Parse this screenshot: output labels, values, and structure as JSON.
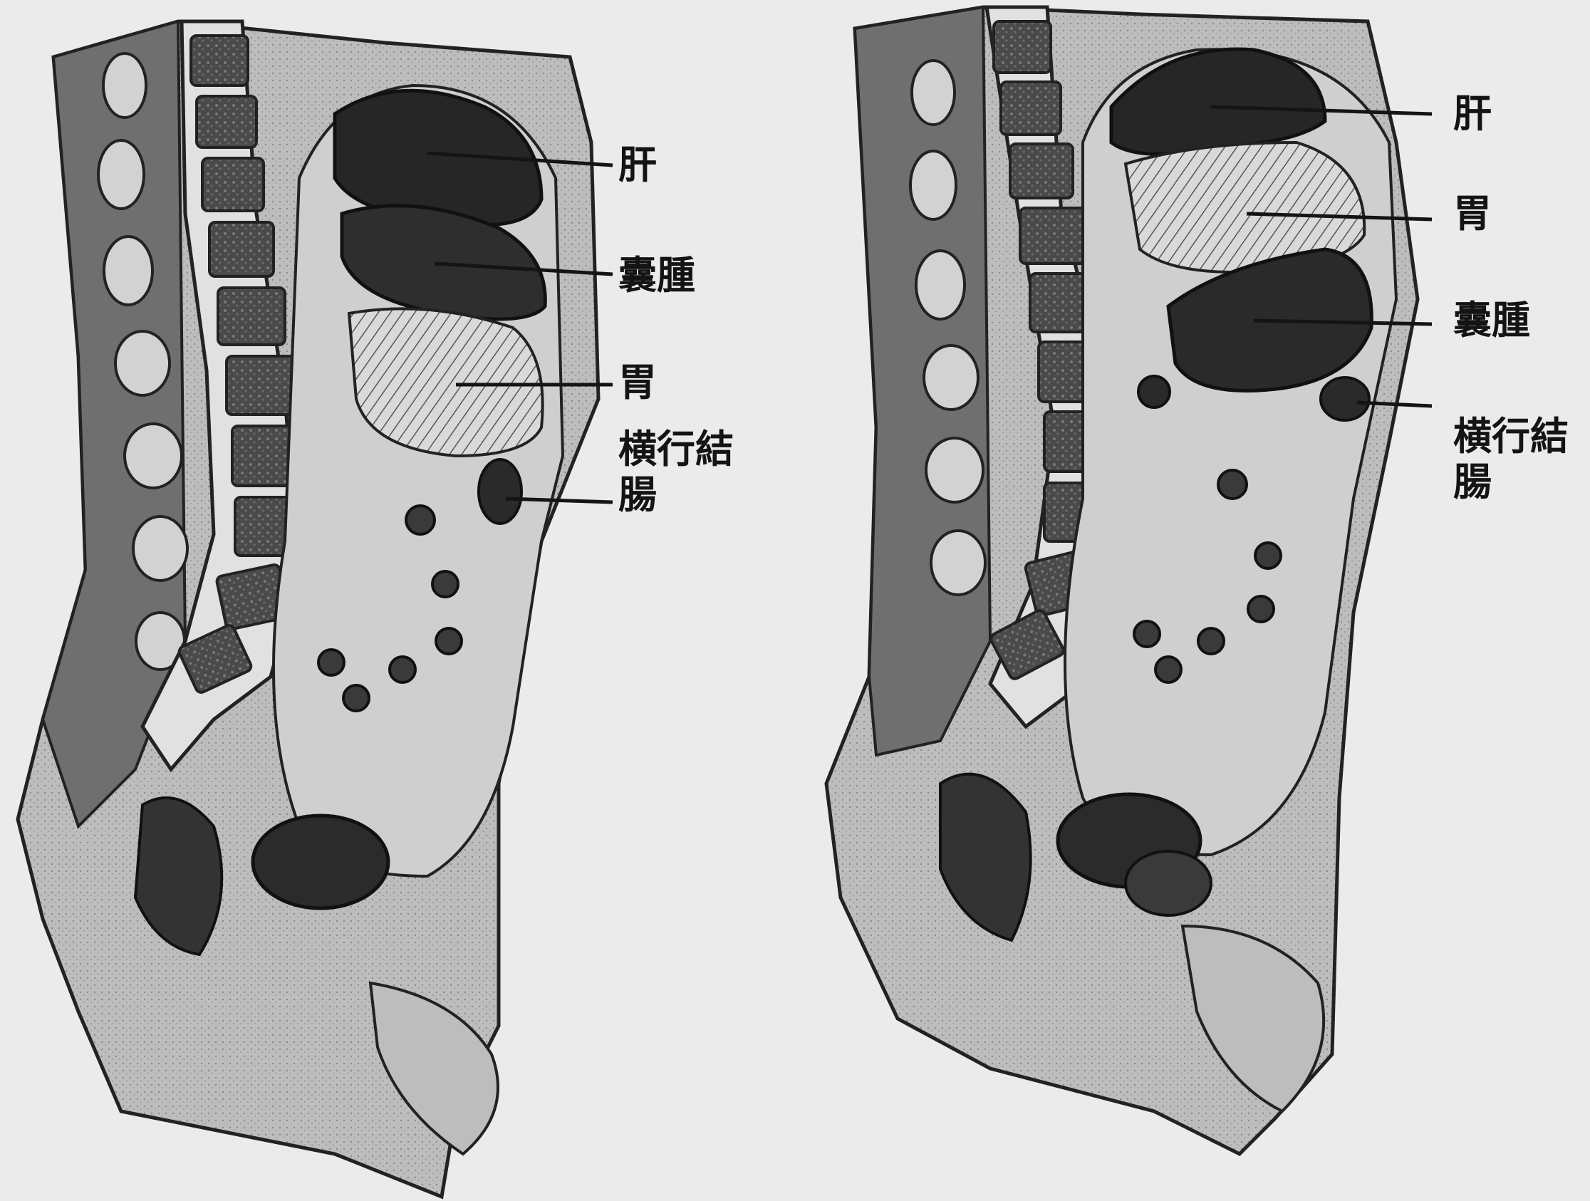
{
  "figures": [
    {
      "labels": {
        "liver": "肝",
        "cyst": "囊腫",
        "stomach": "胃",
        "transverse_colon": "横行結腸"
      }
    },
    {
      "labels": {
        "liver": "肝",
        "stomach": "胃",
        "cyst": "囊腫",
        "transverse_colon": "横行結腸"
      }
    }
  ],
  "colors": {
    "paper": "#ebebeb",
    "ink": "#141414",
    "tissue": "#c9c9c9",
    "organ_dark": "#2a2a2a",
    "vertebra": "#555555"
  }
}
